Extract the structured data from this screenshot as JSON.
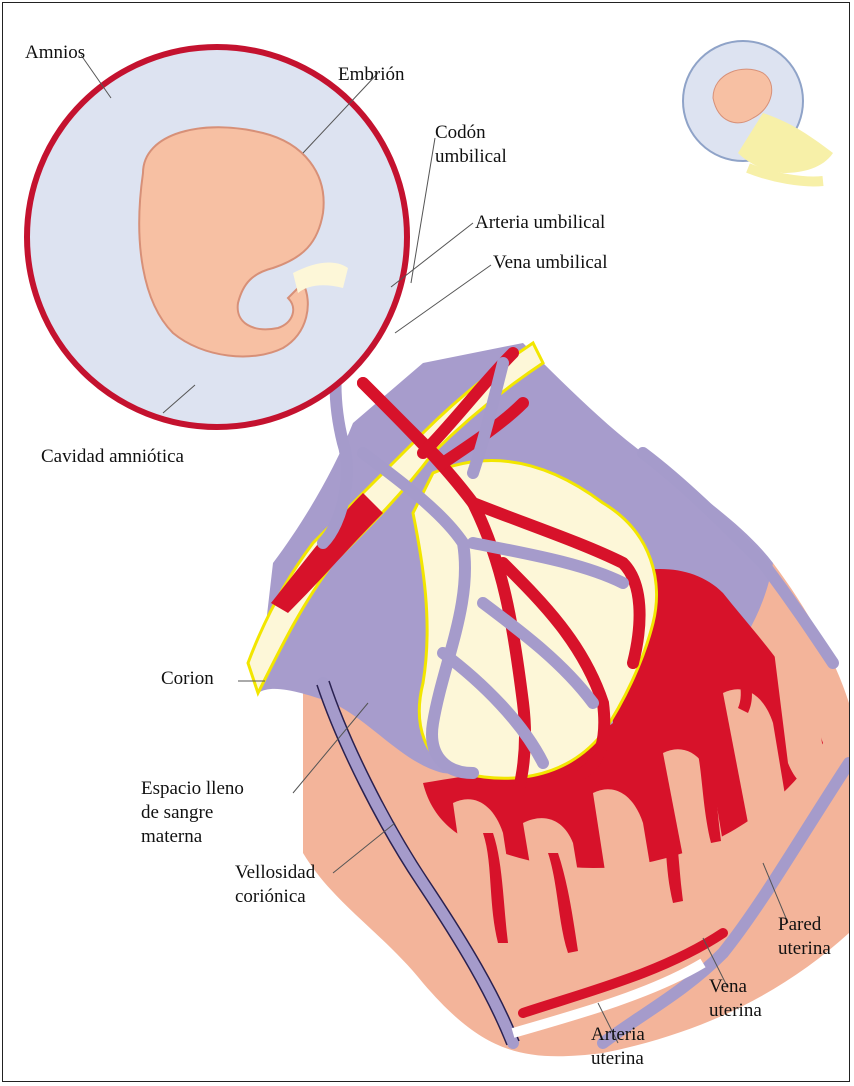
{
  "labels": {
    "amnios": "Amnios",
    "embrion": "Embrión",
    "codon": [
      "Codón",
      "umbilical"
    ],
    "arteria_umbilical": "Arteria umbilical",
    "vena_umbilical": "Vena umbilical",
    "cavidad": "Cavidad amniótica",
    "corion": "Corion",
    "espacio": [
      "Espacio lleno",
      "de sangre",
      "materna"
    ],
    "vellosidad": [
      "Vellosidad",
      "coriónica"
    ],
    "pared": [
      "Pared",
      "uterina"
    ],
    "vena_uterina": [
      "Vena",
      "uterina"
    ],
    "arteria_uterina": [
      "Arteria",
      "uterina"
    ]
  },
  "colors": {
    "amnion_ring": "#c4122f",
    "amniotic_fluid": "#dde3f1",
    "embryo": "#f7c0a3",
    "arterial_blood": "#d7122a",
    "venous_blood": "#a59bcb",
    "maternal_space": "#a79ccc",
    "chorion_line": "#f2e600",
    "villus_core": "#fdf7d8",
    "uterine_wall": "#f3b49a"
  }
}
